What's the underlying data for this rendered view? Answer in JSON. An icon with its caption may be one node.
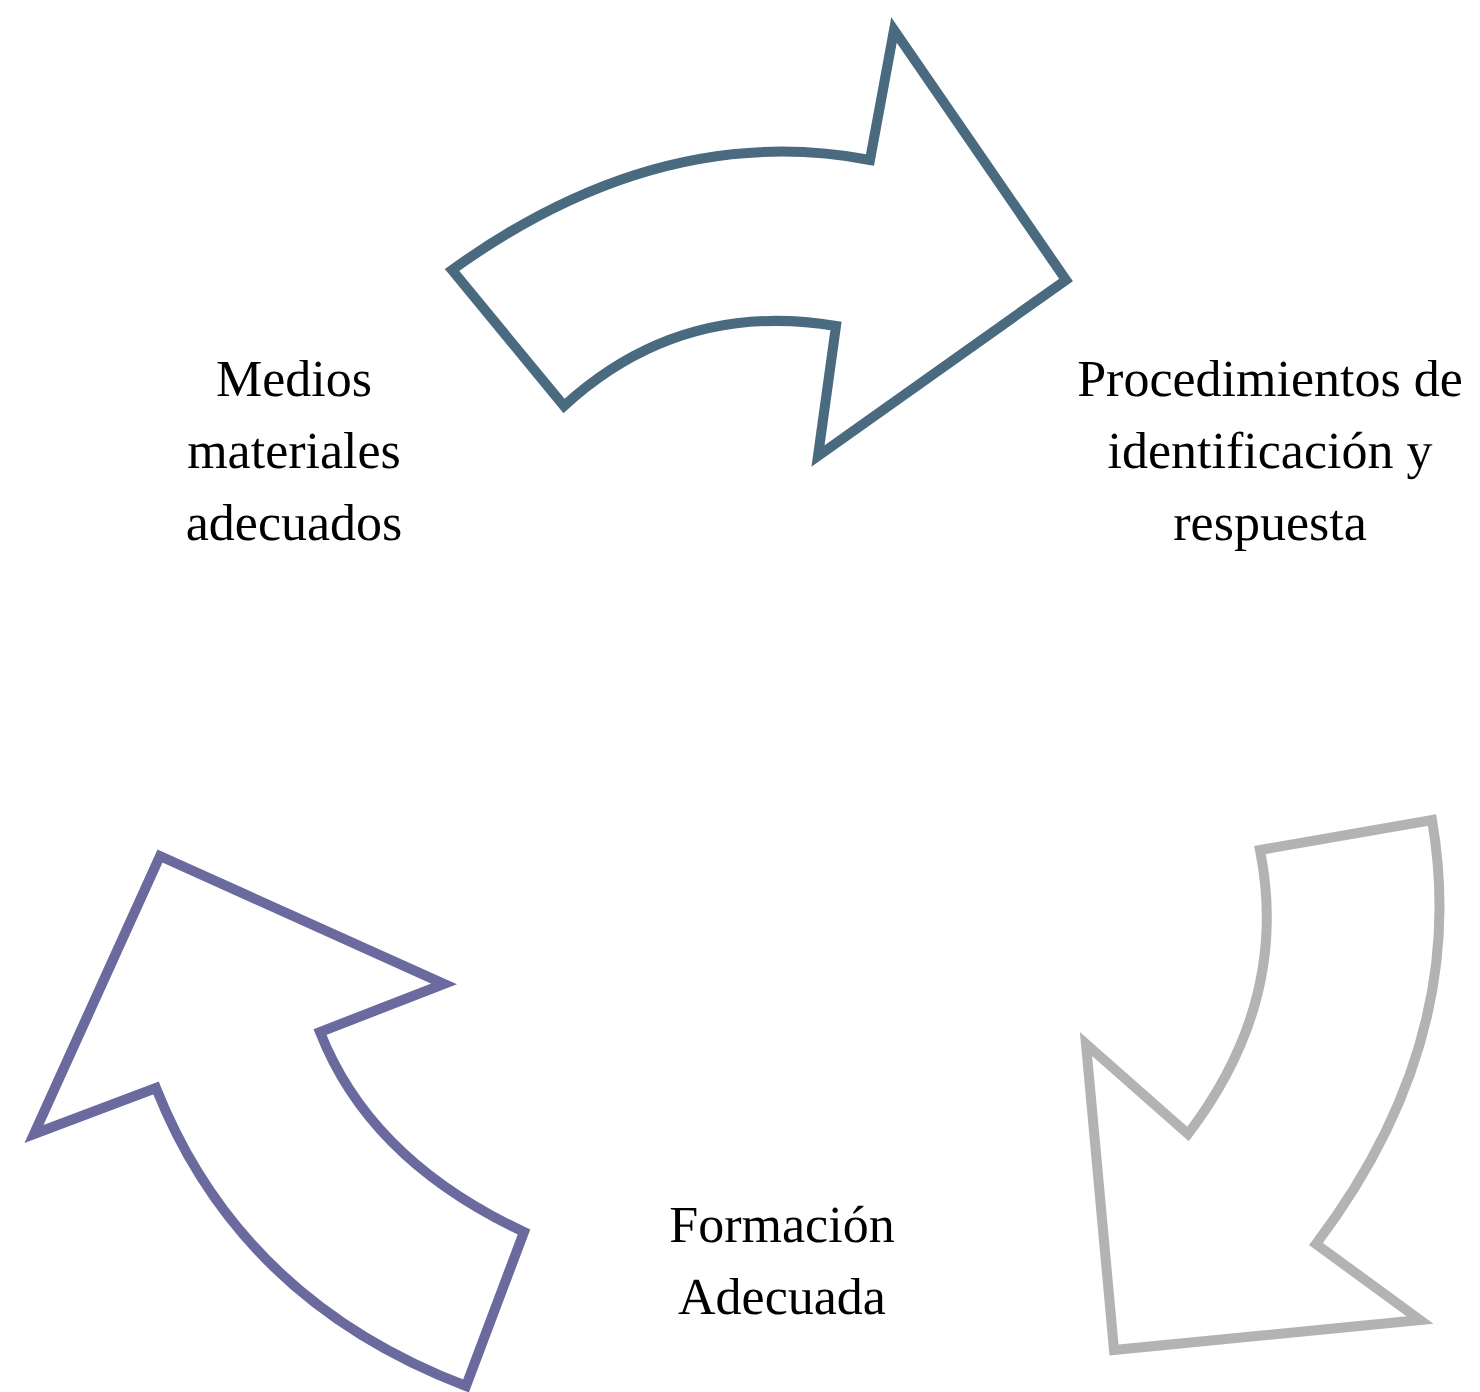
{
  "diagram": {
    "nodes": [
      {
        "text": [
          "Medios materiales adecuados"
        ]
      },
      {
        "text": [
          "Procedimientos de identificación y respuesta"
        ]
      },
      {
        "text": [
          "Formación Adecuada"
        ]
      }
    ],
    "edges": [
      {
        "from": 0,
        "to": 1,
        "arrow": "to",
        "color": "#4a6a80"
      },
      {
        "from": 1,
        "to": 2,
        "arrow": "to",
        "color": "#b3b3b3"
      },
      {
        "from": 2,
        "to": 0,
        "arrow": "to",
        "color": "#6a6a9e"
      }
    ]
  }
}
